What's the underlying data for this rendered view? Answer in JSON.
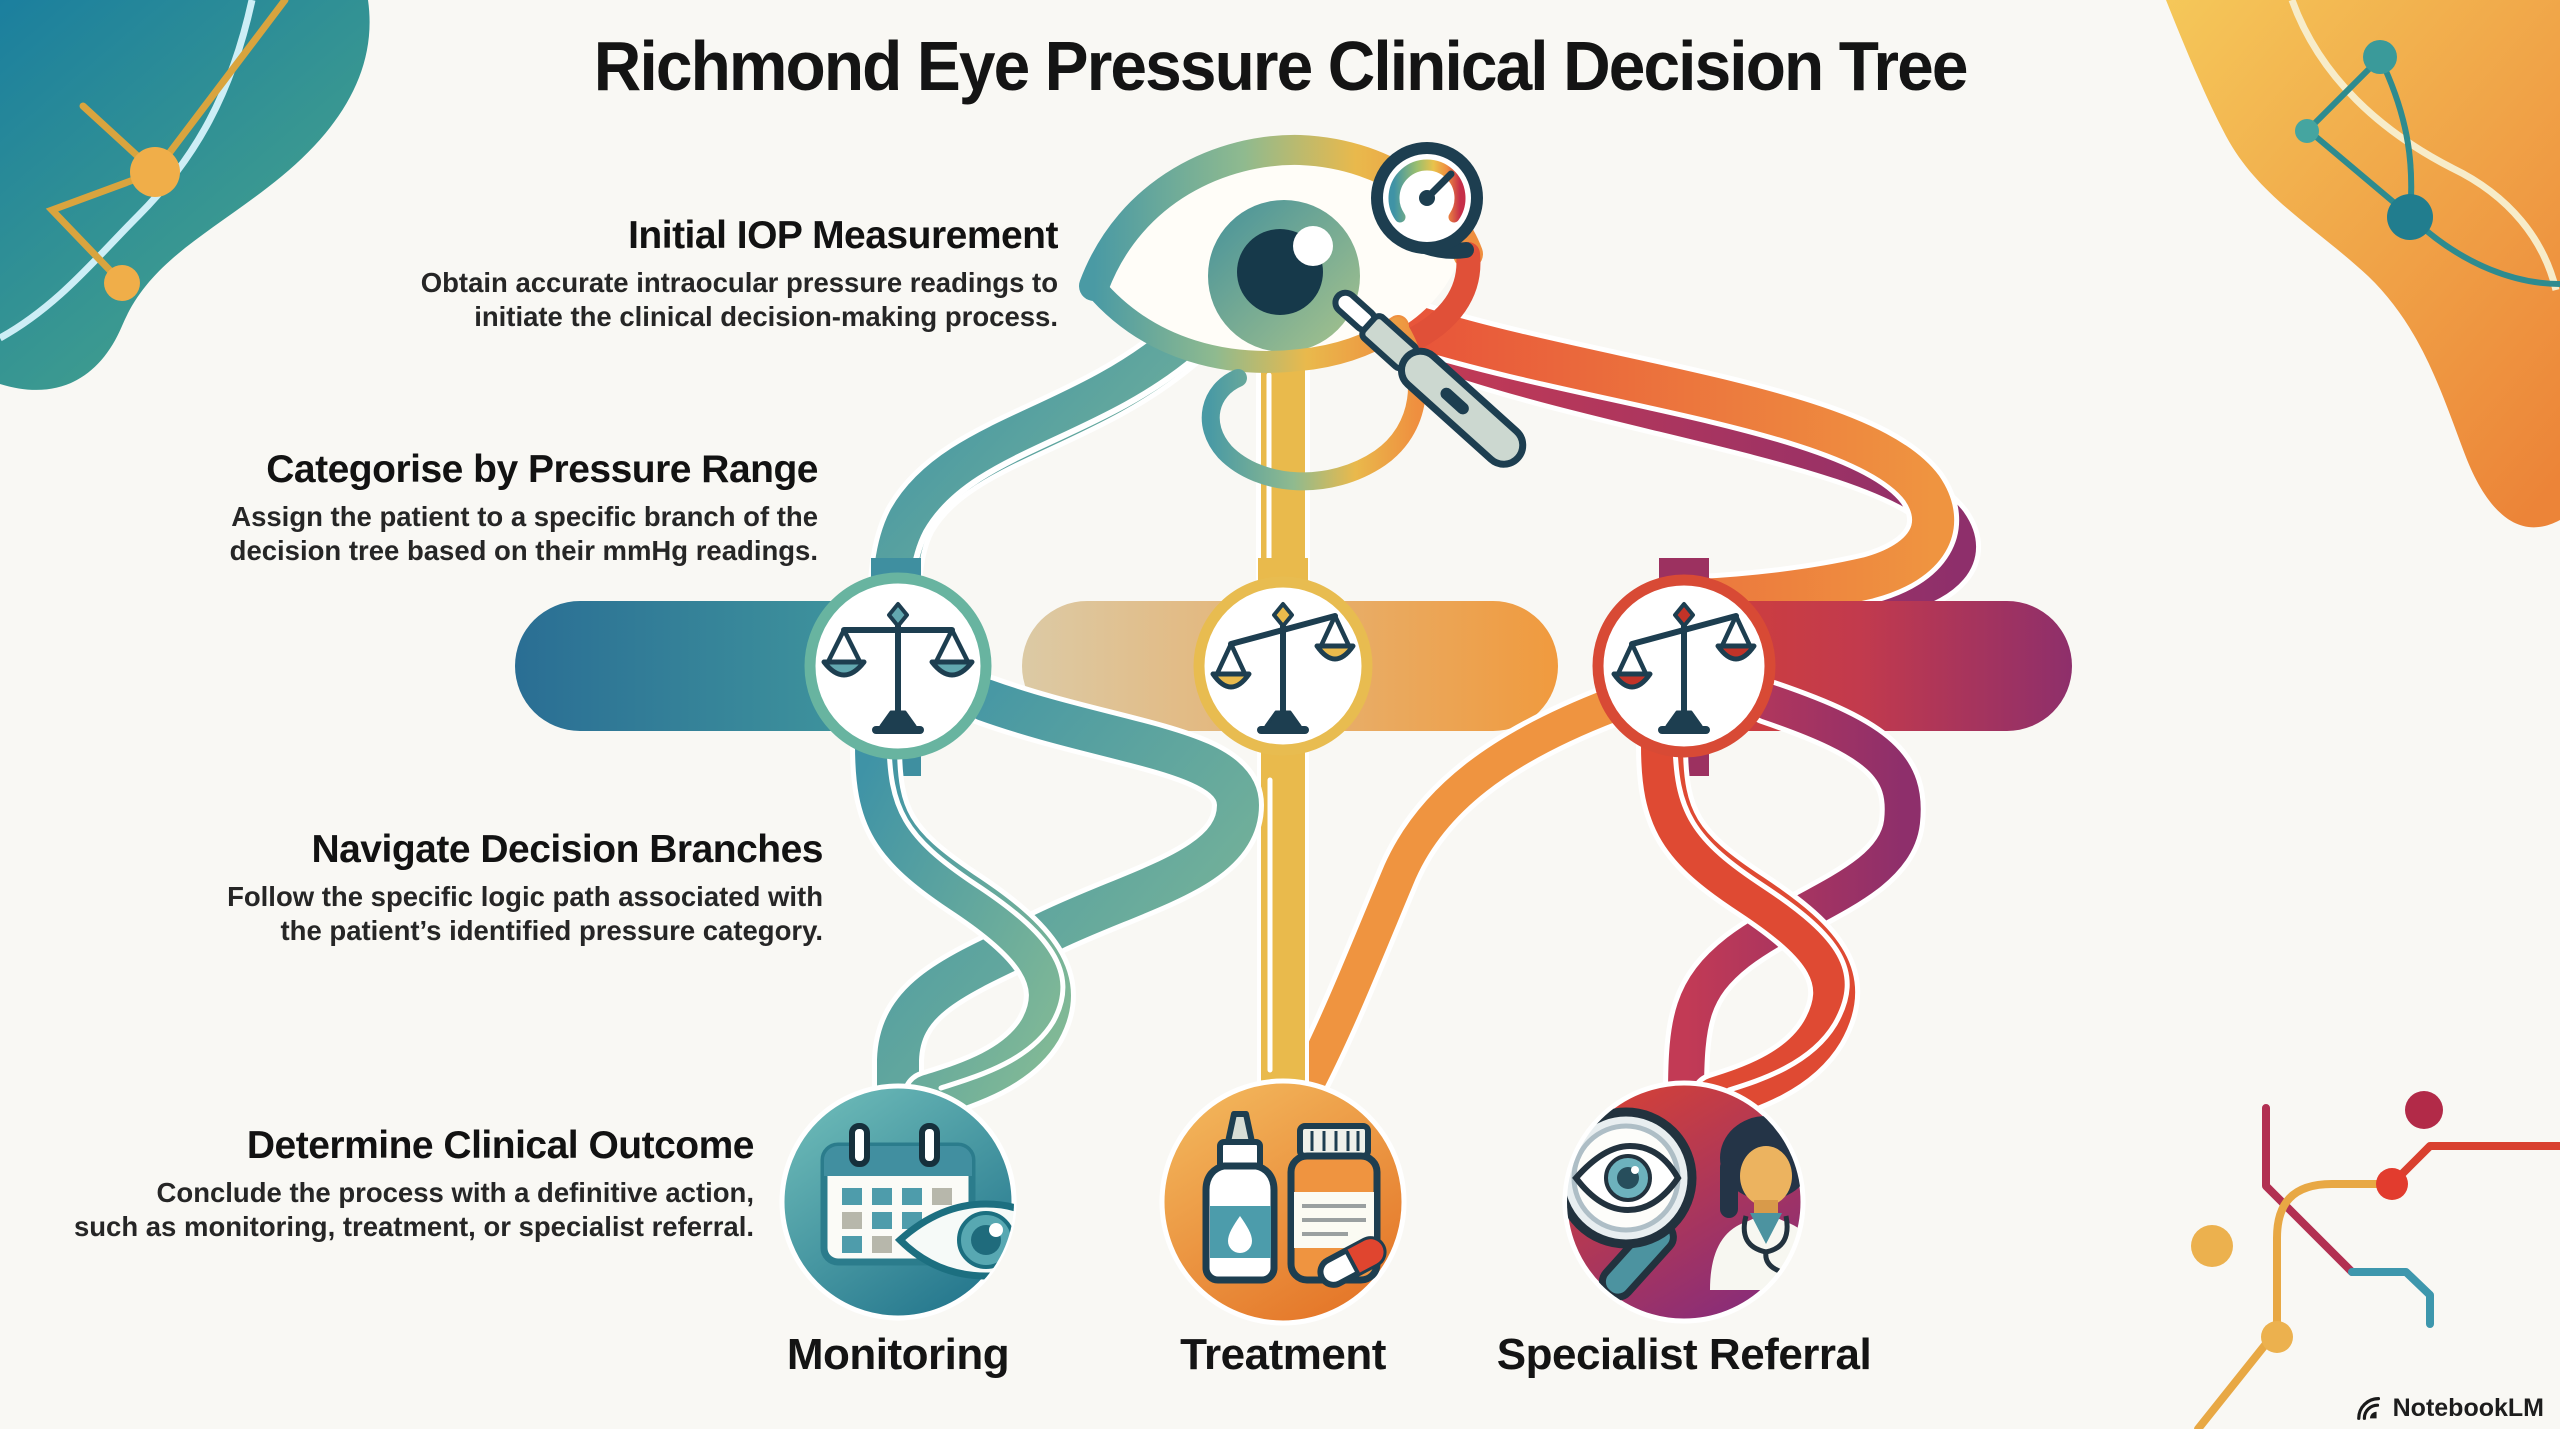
{
  "title": "Richmond Eye Pressure Clinical Decision Tree",
  "steps": [
    {
      "heading": "Initial IOP Measurement",
      "description": "Obtain accurate intraocular pressure readings to\ninitiate the clinical decision-making process."
    },
    {
      "heading": "Categorise by Pressure Range",
      "description": "Assign the patient to a specific branch of the\ndecision tree based on their mmHg readings."
    },
    {
      "heading": "Navigate Decision Branches",
      "description": "Follow the specific logic path associated with\nthe patient’s identified pressure category."
    },
    {
      "heading": "Determine Clinical Outcome",
      "description": "Conclude the process with a definitive action,\nsuch as monitoring, treatment, or specialist referral."
    }
  ],
  "outcomes": [
    {
      "label": "Monitoring"
    },
    {
      "label": "Treatment"
    },
    {
      "label": "Specialist Referral"
    }
  ],
  "branding": {
    "logo_text": "NotebookLM"
  },
  "icons": [
    "eye-illustration",
    "pressure-gauge-icon",
    "tonometer-icon",
    "balance-scale-icon",
    "calendar-eye-icon",
    "eye-drops-icon",
    "pill-bottle-icon",
    "magnifier-eye-icon",
    "doctor-icon",
    "notebooklm-logo-icon"
  ],
  "colors": {
    "background": "#f9f8f4",
    "teal": "#3f93a6",
    "teal_dark": "#2a6e94",
    "yellow": "#e9ba4c",
    "orange": "#ef9440",
    "red": "#df4a33",
    "purple": "#8e2f6b",
    "ink": "#1d3e50",
    "text": "#141414"
  }
}
